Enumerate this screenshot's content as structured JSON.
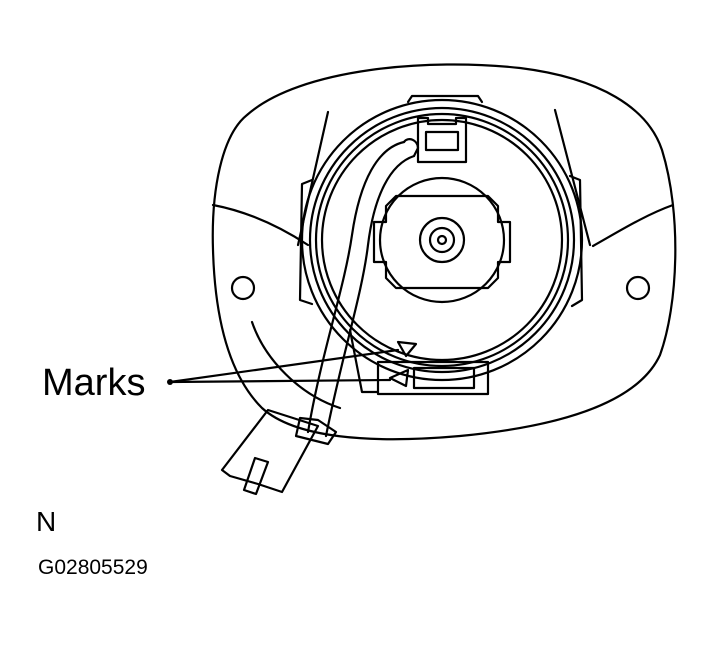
{
  "figure": {
    "callout_label": "Marks",
    "orientation_letter": "N",
    "figure_id": "G02805529"
  },
  "colors": {
    "line": "#000000",
    "background": "#ffffff"
  }
}
